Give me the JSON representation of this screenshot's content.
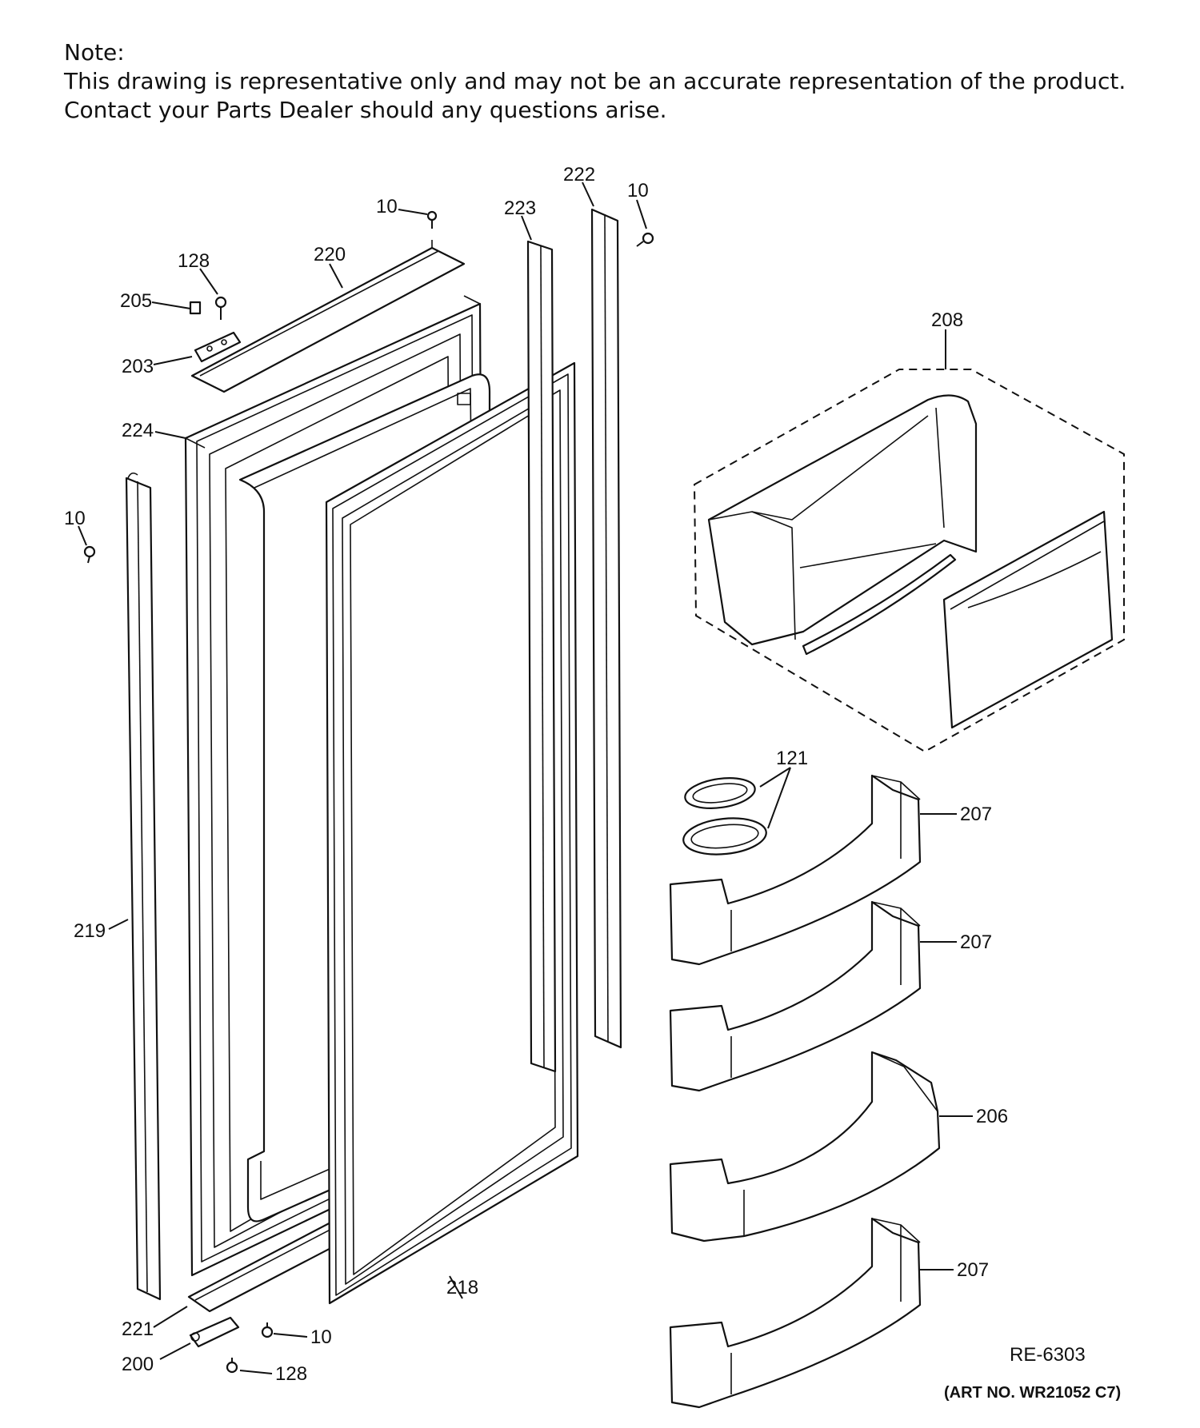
{
  "note": {
    "heading": "Note:",
    "line1": "This drawing is representative only and may not be an accurate representation of the product.",
    "line2": "Contact your Parts Dealer should any questions arise."
  },
  "callouts": {
    "c222": "222",
    "c10_top_right": "10",
    "c10_top": "10",
    "c223": "223",
    "c128_top": "128",
    "c220": "220",
    "c205": "205",
    "c203": "203",
    "c224": "224",
    "c10_left": "10",
    "c208": "208",
    "c121": "121",
    "c207_a": "207",
    "c207_b": "207",
    "c206": "206",
    "c207_c": "207",
    "c219": "219",
    "c218": "218",
    "c221": "221",
    "c10_bottom": "10",
    "c200": "200",
    "c128_bottom": "128"
  },
  "reference": "RE-6303",
  "art_number": "(ART NO. WR21052 C7)"
}
